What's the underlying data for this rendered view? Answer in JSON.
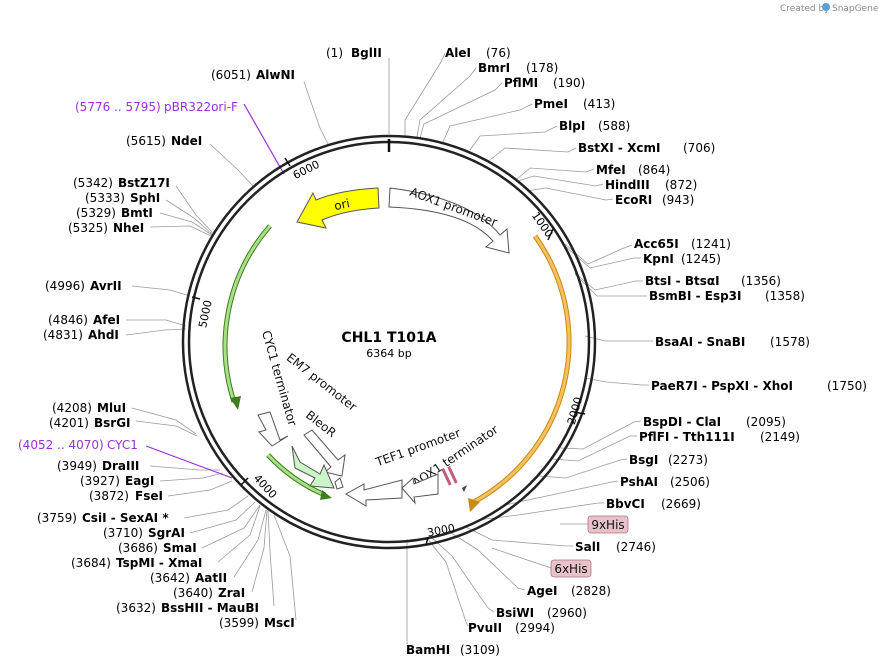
{
  "header": {
    "credit": "Created by",
    "brand": "SnapGene"
  },
  "plasmid": {
    "name": "CHL1 T101A",
    "size_label": "6364 bp",
    "length": 6364
  },
  "ticks": [
    "1000",
    "2000",
    "3000",
    "4000",
    "5000",
    "6000"
  ],
  "features": [
    {
      "name": "AOX1 promoter",
      "color": "#ffffff"
    },
    {
      "name": "ori",
      "color": "#ffff00"
    },
    {
      "name": "CYC1 terminator",
      "color": "#ffffff"
    },
    {
      "name": "EM7 promoter",
      "color": "#ffffff"
    },
    {
      "name": "BleoR",
      "color": "#ccf5c8"
    },
    {
      "name": "TEF1 promoter",
      "color": "#ffffff"
    },
    {
      "name": "AOX1 terminator",
      "color": "#ffffff"
    }
  ],
  "outer_arcs": [
    {
      "name": "orange-arc",
      "color": "#f0a020"
    },
    {
      "name": "green-arc",
      "color": "#55aa33"
    }
  ],
  "tags": [
    {
      "text": "9xHis",
      "color": "#e8c2cb"
    },
    {
      "text": "6xHis",
      "color": "#e8c2cb"
    }
  ],
  "primers": [
    {
      "range": "(5776 .. 5795)",
      "name": "pBR322ori-F"
    },
    {
      "range": "(4052 .. 4070)",
      "name": "CYC1"
    }
  ],
  "sites_right": [
    {
      "name": "AleI",
      "pos": "(76)"
    },
    {
      "name": "BmrI",
      "pos": "(178)"
    },
    {
      "name": "PflMI",
      "pos": "(190)"
    },
    {
      "name": "PmeI",
      "pos": "(413)"
    },
    {
      "name": "BlpI",
      "pos": "(588)"
    },
    {
      "name": "BstXI  -  XcmI",
      "pos": "(706)"
    },
    {
      "name": "MfeI",
      "pos": "(864)"
    },
    {
      "name": "HindIII",
      "pos": "(872)"
    },
    {
      "name": "EcoRI",
      "pos": "(943)"
    },
    {
      "name": "Acc65I",
      "pos": "(1241)"
    },
    {
      "name": "KpnI",
      "pos": "(1245)"
    },
    {
      "name": "BtsI  -  BtsαI",
      "pos": "(1356)"
    },
    {
      "name": "BsmBI  -  Esp3I",
      "pos": "(1358)"
    },
    {
      "name": "BsaAI  -  SnaBI",
      "pos": "(1578)"
    },
    {
      "name": "PaeR7I  -  PspXI  -  XhoI",
      "pos": "(1750)"
    },
    {
      "name": "BspDI  -  ClaI",
      "pos": "(2095)"
    },
    {
      "name": "PflFI  -  Tth111I",
      "pos": "(2149)"
    },
    {
      "name": "BsgI",
      "pos": "(2273)"
    },
    {
      "name": "PshAI",
      "pos": "(2506)"
    },
    {
      "name": "BbvCI",
      "pos": "(2669)"
    },
    {
      "name": "SalI",
      "pos": "(2746)"
    },
    {
      "name": "AgeI",
      "pos": "(2828)"
    },
    {
      "name": "BsiWI",
      "pos": "(2960)"
    },
    {
      "name": "PvuII",
      "pos": "(2994)"
    },
    {
      "name": "BamHI",
      "pos": "(3109)"
    }
  ],
  "sites_left": [
    {
      "name": "BglII",
      "pos": "(1)"
    },
    {
      "name": "AlwNI",
      "pos": "(6051)"
    },
    {
      "name": "NdeI",
      "pos": "(5615)"
    },
    {
      "name": "BstZ17I",
      "pos": "(5342)"
    },
    {
      "name": "SphI",
      "pos": "(5333)"
    },
    {
      "name": "BmtI",
      "pos": "(5329)"
    },
    {
      "name": "NheI",
      "pos": "(5325)"
    },
    {
      "name": "AvrII",
      "pos": "(4996)"
    },
    {
      "name": "AfeI",
      "pos": "(4846)"
    },
    {
      "name": "AhdI",
      "pos": "(4831)"
    },
    {
      "name": "MluI",
      "pos": "(4208)"
    },
    {
      "name": "BsrGI",
      "pos": "(4201)"
    },
    {
      "name": "DraIII",
      "pos": "(3949)"
    },
    {
      "name": "EagI",
      "pos": "(3927)"
    },
    {
      "name": "FseI",
      "pos": "(3872)"
    },
    {
      "name": "CsiI  -  SexAI *",
      "pos": "(3759)"
    },
    {
      "name": "SgrAI",
      "pos": "(3710)"
    },
    {
      "name": "SmaI",
      "pos": "(3686)"
    },
    {
      "name": "TspMI  -  XmaI",
      "pos": "(3684)"
    },
    {
      "name": "AatII",
      "pos": "(3642)"
    },
    {
      "name": "ZraI",
      "pos": "(3640)"
    },
    {
      "name": "BssHII  -  MauBI",
      "pos": "(3632)"
    },
    {
      "name": "MscI",
      "pos": "(3599)"
    }
  ]
}
